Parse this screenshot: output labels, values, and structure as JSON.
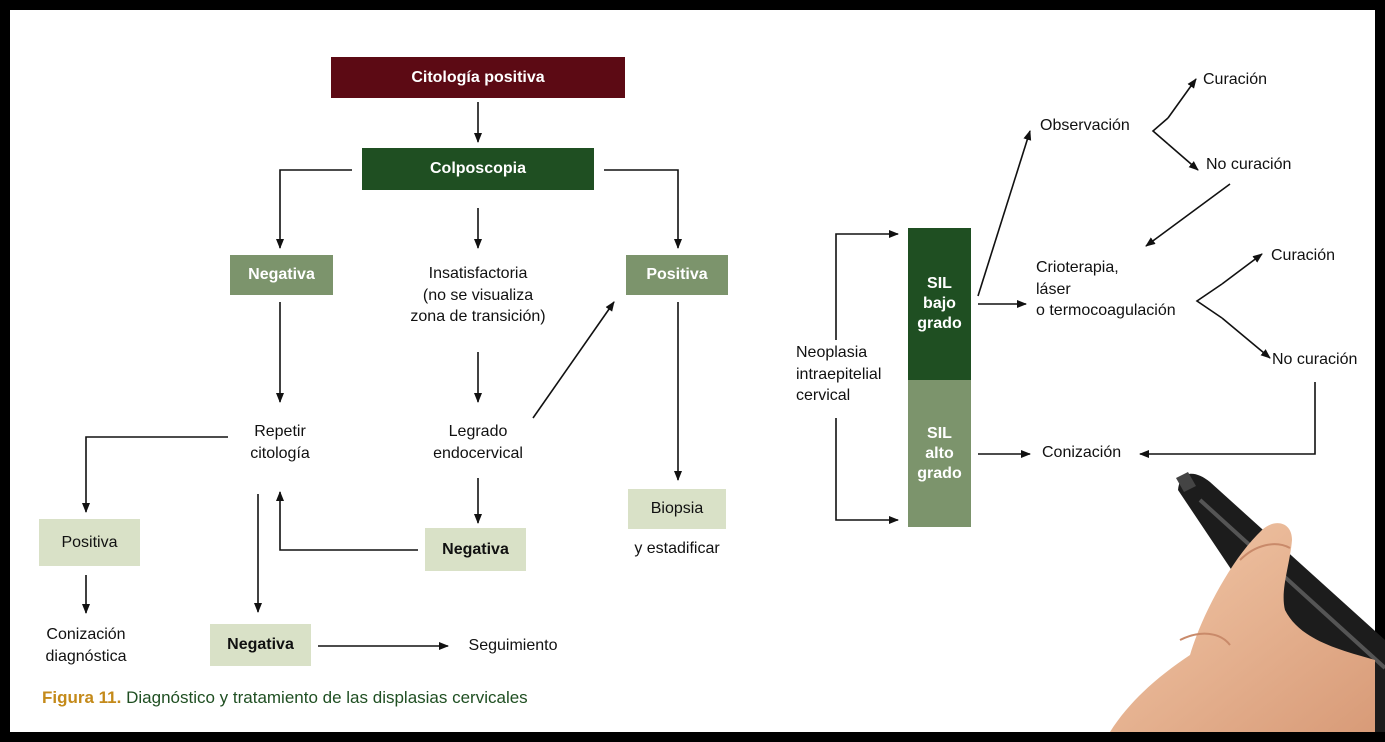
{
  "left_flow": {
    "citologia_positiva": "Citología positiva",
    "colposcopia": "Colposcopia",
    "negativa_1": "Negativa",
    "insatisfactoria": [
      "Insatisfactoria",
      "(no se visualiza",
      "zona de transición)"
    ],
    "positiva_1": "Positiva",
    "repetir_citologia": [
      "Repetir",
      "citología"
    ],
    "legrado": [
      "Legrado",
      "endocervical"
    ],
    "positiva_2": "Positiva",
    "negativa_2": "Negativa",
    "biopsia": "Biopsia",
    "estadificar": "y estadificar",
    "conizacion_diag": [
      "Conización",
      "diagnóstica"
    ],
    "negativa_3": "Negativa",
    "seguimiento": "Seguimiento"
  },
  "caption": {
    "number": "Figura 11.",
    "text": "Diagnóstico y tratamiento de las displasias cervicales"
  },
  "right_flow": {
    "neoplasia": [
      "Neoplasia",
      "intraepitelial",
      "cervical"
    ],
    "sil_bajo": [
      "SIL",
      "bajo",
      "grado"
    ],
    "sil_alto": [
      "SIL",
      "alto",
      "grado"
    ],
    "observacion": "Observación",
    "curacion_1": "Curación",
    "no_curacion_1": "No curación",
    "crioterapia": [
      "Crioterapia,",
      "láser",
      "o termocoagulación"
    ],
    "curacion_2": "Curación",
    "no_curacion_2": "No curación",
    "conizacion": "Conización"
  },
  "colors": {
    "dark_red": "#5c0a14",
    "dark_green": "#1f4f22",
    "mid_green": "#7c946c",
    "light_green": "#d9e1c7",
    "caption_number": "#c48a1a"
  }
}
